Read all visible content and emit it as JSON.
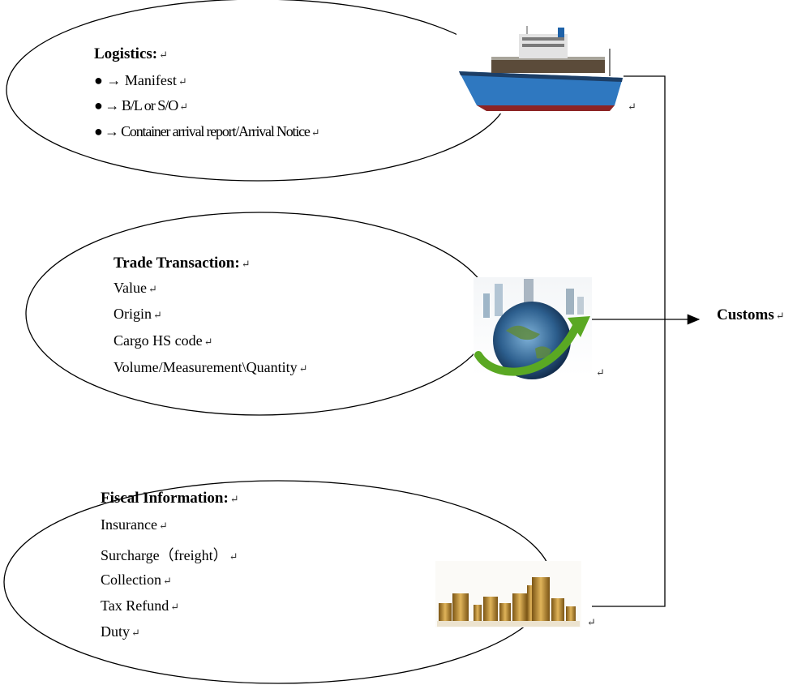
{
  "sections": {
    "logistics": {
      "title": "Logistics:",
      "items": [
        "Manifest",
        "B/L or S/O",
        "Container arrival report/Arrival Notice"
      ]
    },
    "trade": {
      "title": "Trade Transaction:",
      "items": [
        "Value",
        "Origin",
        "Cargo HS code",
        "Volume/Measurement\\Quantity"
      ]
    },
    "fiscal": {
      "title": "Fiscal Information:",
      "items": [
        "Insurance",
        "Surcharge（freight）",
        "Collection",
        "Tax Refund",
        "Duty"
      ]
    },
    "target": "Customs"
  },
  "glyphs": {
    "bullet": "●",
    "arrow": "→",
    "para": "↵"
  },
  "icons": [
    "container-ship-image",
    "globe-arrow-image",
    "coin-stacks-image"
  ],
  "colors": {
    "line": "#000000",
    "ship_hull": "#2f78c0",
    "arrow_green": "#5aa823",
    "coin": "#b8892e"
  }
}
